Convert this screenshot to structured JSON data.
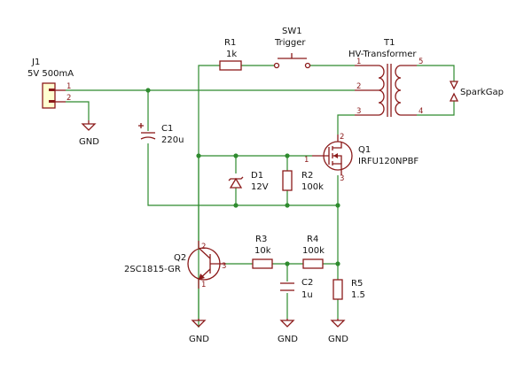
{
  "components": {
    "j1": {
      "ref": "J1",
      "value": "5V 500mA",
      "pin1": "1",
      "pin2": "2"
    },
    "r1": {
      "ref": "R1",
      "value": "1k"
    },
    "sw1": {
      "ref": "SW1",
      "value": "Trigger"
    },
    "t1": {
      "ref": "T1",
      "value": "HV-Transformer",
      "pins": [
        "1",
        "2",
        "3",
        "5",
        "4"
      ]
    },
    "sparkgap": {
      "value": "SparkGap"
    },
    "c1": {
      "ref": "C1",
      "value": "220u"
    },
    "q1": {
      "ref": "Q1",
      "value": "IRFU120NPBF",
      "pin_g": "1",
      "pin_d": "2",
      "pin_s": "3"
    },
    "d1": {
      "ref": "D1",
      "value": "12V"
    },
    "r2": {
      "ref": "R2",
      "value": "100k"
    },
    "q2": {
      "ref": "Q2",
      "value": "2SC1815-GR",
      "pin_e": "1",
      "pin_c": "2",
      "pin_b": "3"
    },
    "r3": {
      "ref": "R3",
      "value": "10k"
    },
    "r4": {
      "ref": "R4",
      "value": "100k"
    },
    "c2": {
      "ref": "C2",
      "value": "1u"
    },
    "r5": {
      "ref": "R5",
      "value": "1.5"
    }
  },
  "power": {
    "gnd_label": "GND"
  },
  "colors": {
    "wire": "#2e8b2e",
    "component": "#8b1a1a",
    "junction": "#2e8b2e",
    "connector_fill": "#ffffd0"
  }
}
